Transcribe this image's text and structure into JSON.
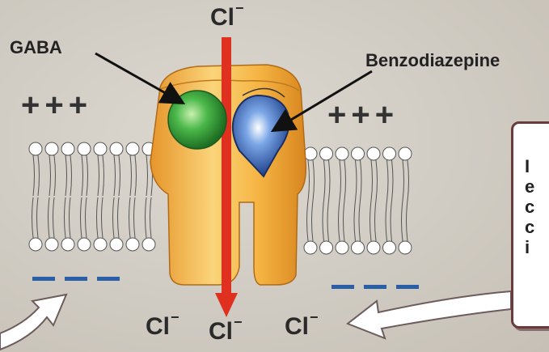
{
  "labels": {
    "chloride_top": "Cl",
    "chloride_bottom_left": "Cl",
    "chloride_bottom_center": "Cl",
    "chloride_bottom_right": "Cl",
    "chloride_charge": "−",
    "gaba": "GABA",
    "benzodiazepine": "Benzodiazepine",
    "positive_side_left": "+++",
    "positive_side_right": "+++"
  },
  "callout": {
    "partial_text": "I\ne\nc\nc\ni"
  },
  "colors": {
    "background": "#d3cec5",
    "receptor": "#f2b43a",
    "gaba_ligand": "#3a9e3a",
    "benzodiazepine_ligand": "#2e5ca8",
    "chloride_arrow": "#e03020",
    "negative_charge": "#2a5fa8",
    "membrane_lipid": "#ffffff"
  }
}
